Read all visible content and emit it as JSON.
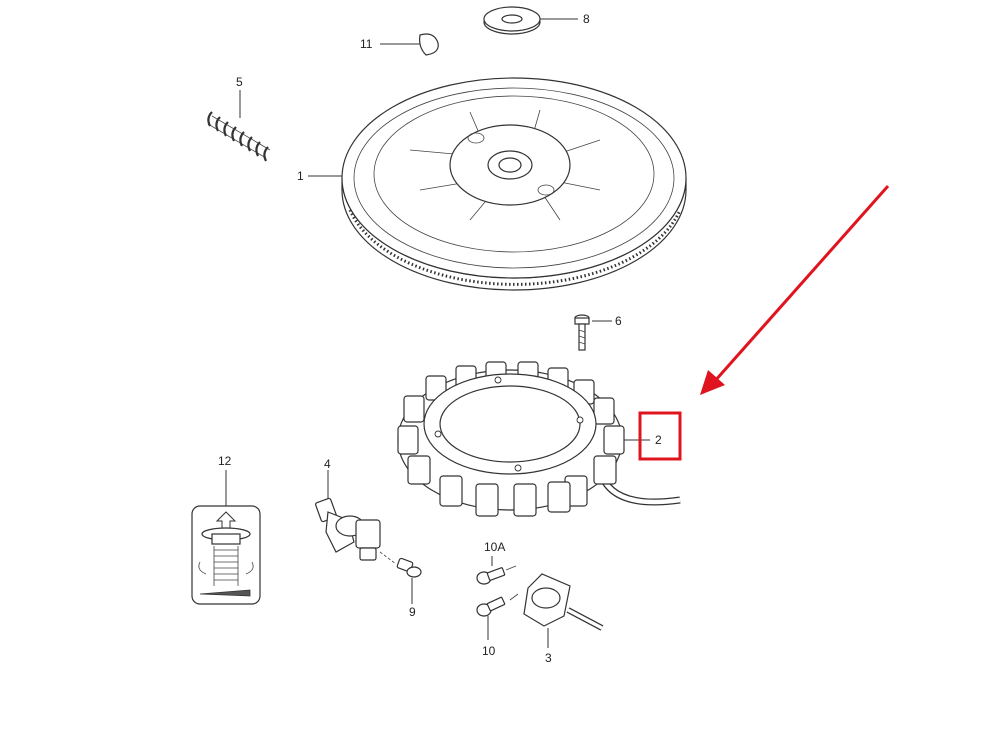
{
  "diagram": {
    "callouts": {
      "p1": "1",
      "p2": "2",
      "p3": "3",
      "p4": "4",
      "p5": "5",
      "p6": "6",
      "p8": "8",
      "p9": "9",
      "p10": "10",
      "p10a": "10A",
      "p11": "11",
      "p12": "12"
    },
    "highlight": {
      "color": "#e0141e",
      "target_label": "2"
    }
  }
}
